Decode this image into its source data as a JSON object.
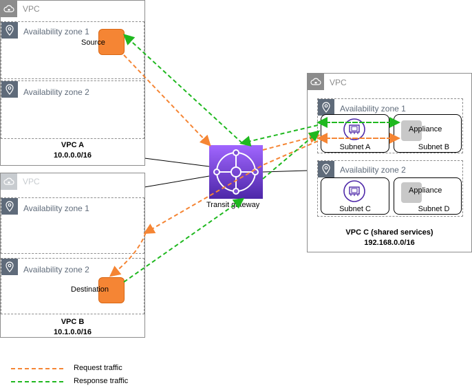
{
  "vpc_a": {
    "tag": "VPC",
    "az1": "Availability zone 1",
    "az2": "Availability zone 2",
    "name": "VPC A",
    "cidr": "10.0.0.0/16",
    "source_label": "Source"
  },
  "vpc_b": {
    "tag": "VPC",
    "az1": "Availability zone 1",
    "az2": "Availability zone 2",
    "name": "VPC B",
    "cidr": "10.1.0.0/16",
    "destination_label": "Destination"
  },
  "vpc_c": {
    "tag": "VPC",
    "az1": "Availability zone 1",
    "az2": "Availability zone 2",
    "subnet_a": "Subnet A",
    "subnet_b": "Subnet B",
    "subnet_c": "Subnet C",
    "subnet_d": "Subnet D",
    "appliance_b": "Appliance",
    "appliance_d": "Appliance",
    "name": "VPC C (shared services)",
    "cidr": "192.168.0.0/16"
  },
  "transit_gateway": {
    "label": "Transit gateway"
  },
  "legend": {
    "request": "Request traffic",
    "response": "Response traffic"
  },
  "colors": {
    "request": "#f58534",
    "response": "#1fb81f",
    "tgw_dark": "#4d27a8",
    "tgw_light": "#a166ff",
    "instance": "#f58534"
  },
  "icons": {
    "vpc": "cloud-lock-icon",
    "az": "location-pin-icon",
    "tgw": "transit-gateway-icon",
    "eni": "network-interface-icon"
  }
}
